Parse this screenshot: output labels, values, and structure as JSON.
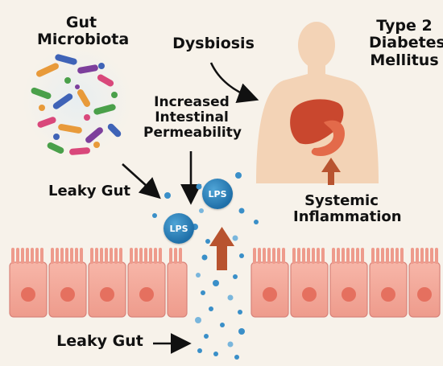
{
  "labels": {
    "gut_microbiota": [
      "Gut",
      "Microbiota"
    ],
    "dysbiosis": "Dysbiosis",
    "t2dm": [
      "Type 2",
      "Diabetes",
      "Mellitus"
    ],
    "permeability": [
      "Increased",
      "Intestinal",
      "Permeability"
    ],
    "leaky_gut_top": "Leaky Gut",
    "leaky_gut_bottom": "Leaky Gut",
    "inflammation": [
      "Systemic",
      "Inflammation"
    ],
    "lps": "LPS"
  },
  "colors": {
    "background": "#f7f2ea",
    "body": "#f3d3b6",
    "liver": "#c9472e",
    "stomach": "#e36a4a",
    "cell": "#f3a79a",
    "nucleus": "#e5705f",
    "arrow_up": "#b8532f",
    "lps": "#1f6fa8"
  },
  "icons": [
    "human-silhouette-icon",
    "liver-icon",
    "stomach-icon",
    "bacteria-icon",
    "lps-particle-icon",
    "intestinal-cell-icon"
  ]
}
